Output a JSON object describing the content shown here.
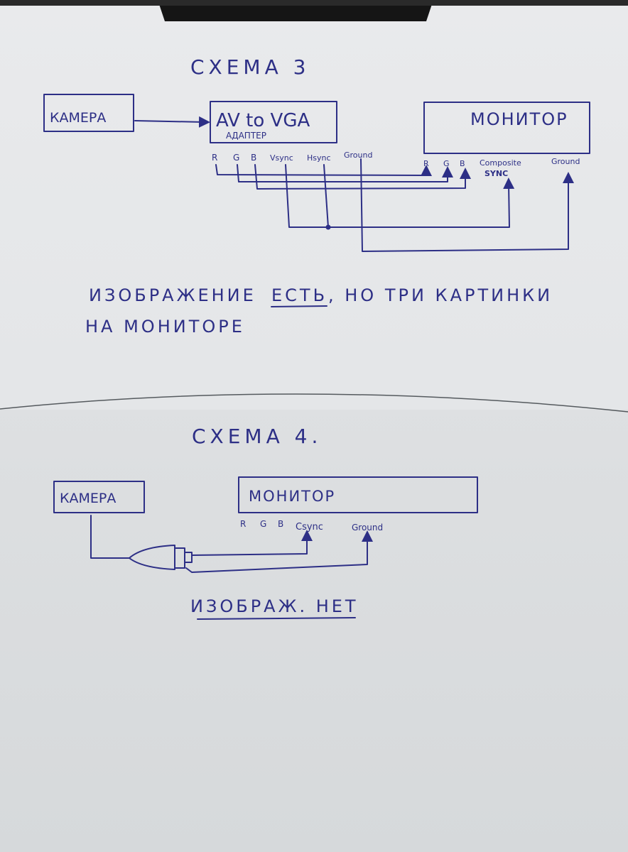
{
  "scheme3": {
    "title": "СХЕМА 3",
    "camera_label": "КАМЕРА",
    "adapter_label": "AV to VGA",
    "adapter_sublabel": "АДАПТЕР",
    "monitor_label": "МОНИТОР",
    "adapter_pins": [
      "R",
      "G",
      "B",
      "Vsync",
      "Hsync",
      "Ground"
    ],
    "monitor_pins": [
      "R",
      "G",
      "B",
      "Composite",
      "SYNC",
      "Ground"
    ],
    "result_line1_a": "ИЗОБРАЖЕНИЕ",
    "result_line1_b": "ЕСТЬ",
    "result_line1_c": ", НО ТРИ КАРТИНКИ",
    "result_line2": "НА МОНИТОРЕ"
  },
  "scheme4": {
    "title": "СХЕМА 4.",
    "camera_label": "КАМЕРА",
    "monitor_label": "МОНИТОР",
    "monitor_pins": [
      "R",
      "G",
      "B",
      "Csync",
      "Ground"
    ],
    "result": "ИЗОБРАЖ. НЕТ"
  },
  "colors": {
    "ink": "#2d2f86",
    "paper": "#e6e8ea"
  }
}
